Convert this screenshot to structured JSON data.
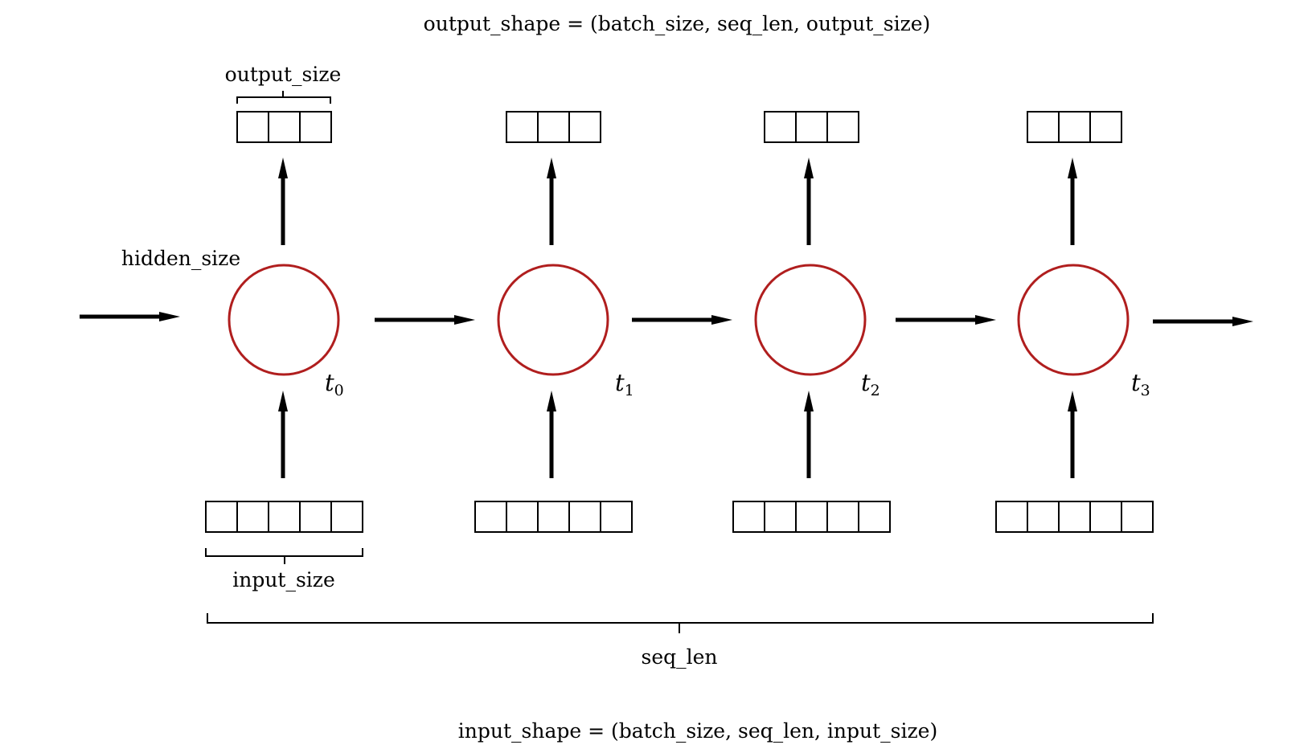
{
  "labels": {
    "output_shape": "output_shape = (batch_size, seq_len, output_size)",
    "input_shape": "input_shape = (batch_size, seq_len, input_size)",
    "output_size": "output_size",
    "input_size": "input_size",
    "hidden_size": "hidden_size",
    "seq_len": "seq_len"
  },
  "timesteps": [
    {
      "symbol": "t",
      "subscript": "0"
    },
    {
      "symbol": "t",
      "subscript": "1"
    },
    {
      "symbol": "t",
      "subscript": "2"
    },
    {
      "symbol": "t",
      "subscript": "3"
    }
  ],
  "output_cells_per_step": 3,
  "input_cells_per_step": 5,
  "colors": {
    "node_stroke": "#b01e1e",
    "line": "#000000",
    "background": "#ffffff"
  }
}
